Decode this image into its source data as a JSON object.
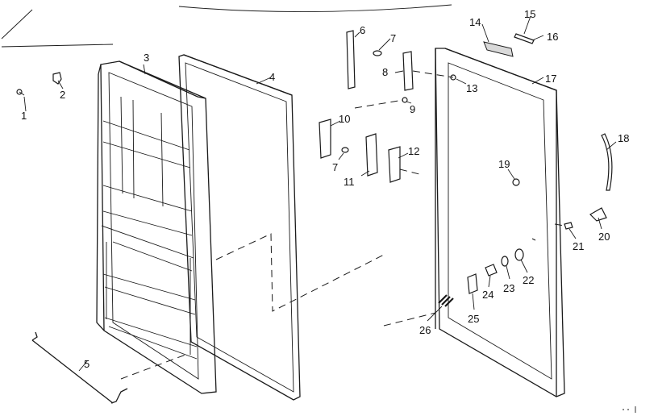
{
  "diagram": {
    "callouts": [
      {
        "id": "c1",
        "text": "1"
      },
      {
        "id": "c2",
        "text": "2"
      },
      {
        "id": "c3",
        "text": "3"
      },
      {
        "id": "c4",
        "text": "4"
      },
      {
        "id": "c5",
        "text": "5"
      },
      {
        "id": "c6",
        "text": "6"
      },
      {
        "id": "c7a",
        "text": "7"
      },
      {
        "id": "c7b",
        "text": "7"
      },
      {
        "id": "c8",
        "text": "8"
      },
      {
        "id": "c9",
        "text": "9"
      },
      {
        "id": "c10",
        "text": "10"
      },
      {
        "id": "c11",
        "text": "11"
      },
      {
        "id": "c12",
        "text": "12"
      },
      {
        "id": "c13",
        "text": "13"
      },
      {
        "id": "c14",
        "text": "14"
      },
      {
        "id": "c15",
        "text": "15"
      },
      {
        "id": "c16",
        "text": "16"
      },
      {
        "id": "c17",
        "text": "17"
      },
      {
        "id": "c18",
        "text": "18"
      },
      {
        "id": "c19",
        "text": "19"
      },
      {
        "id": "c20",
        "text": "20"
      },
      {
        "id": "c21",
        "text": "21"
      },
      {
        "id": "c22",
        "text": "22"
      },
      {
        "id": "c23",
        "text": "23"
      },
      {
        "id": "c24",
        "text": "24"
      },
      {
        "id": "c25",
        "text": "25"
      },
      {
        "id": "c26",
        "text": "26"
      }
    ]
  }
}
